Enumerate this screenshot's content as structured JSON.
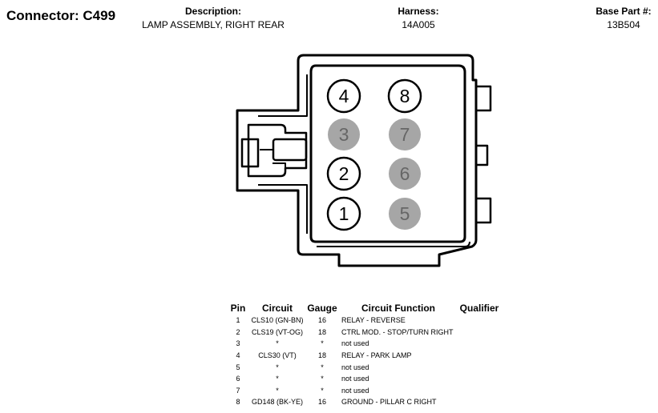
{
  "header": {
    "connector_label": "Connector: C499",
    "description_label": "Description:",
    "description_value": "LAMP ASSEMBLY, RIGHT REAR",
    "harness_label": "Harness:",
    "harness_value": "14A005",
    "base_part_label": "Base Part #:",
    "base_part_value": "13B504"
  },
  "connector": {
    "pins": [
      {
        "num": "4",
        "active": true
      },
      {
        "num": "8",
        "active": true
      },
      {
        "num": "3",
        "active": false
      },
      {
        "num": "7",
        "active": false
      },
      {
        "num": "2",
        "active": true
      },
      {
        "num": "6",
        "active": false
      },
      {
        "num": "1",
        "active": true
      },
      {
        "num": "5",
        "active": false
      }
    ],
    "colors": {
      "active_fill": "#ffffff",
      "inactive_fill": "#a6a6a6",
      "active_text": "#000000",
      "inactive_text": "#666666"
    }
  },
  "table": {
    "headers": {
      "pin": "Pin",
      "circuit": "Circuit",
      "gauge": "Gauge",
      "function": "Circuit Function",
      "qualifier": "Qualifier"
    },
    "rows": [
      {
        "pin": "1",
        "circuit": "CLS10 (GN-BN)",
        "gauge": "16",
        "function": "RELAY - REVERSE",
        "qualifier": ""
      },
      {
        "pin": "2",
        "circuit": "CLS19 (VT-OG)",
        "gauge": "18",
        "function": "CTRL MOD. - STOP/TURN RIGHT",
        "qualifier": ""
      },
      {
        "pin": "3",
        "circuit": "*",
        "gauge": "*",
        "function": "not used",
        "qualifier": ""
      },
      {
        "pin": "4",
        "circuit": "CLS30 (VT)",
        "gauge": "18",
        "function": "RELAY - PARK LAMP",
        "qualifier": ""
      },
      {
        "pin": "5",
        "circuit": "*",
        "gauge": "*",
        "function": "not used",
        "qualifier": ""
      },
      {
        "pin": "6",
        "circuit": "*",
        "gauge": "*",
        "function": "not used",
        "qualifier": ""
      },
      {
        "pin": "7",
        "circuit": "*",
        "gauge": "*",
        "function": "not used",
        "qualifier": ""
      },
      {
        "pin": "8",
        "circuit": "GD148 (BK-YE)",
        "gauge": "16",
        "function": "GROUND - PILLAR C RIGHT",
        "qualifier": ""
      }
    ]
  }
}
